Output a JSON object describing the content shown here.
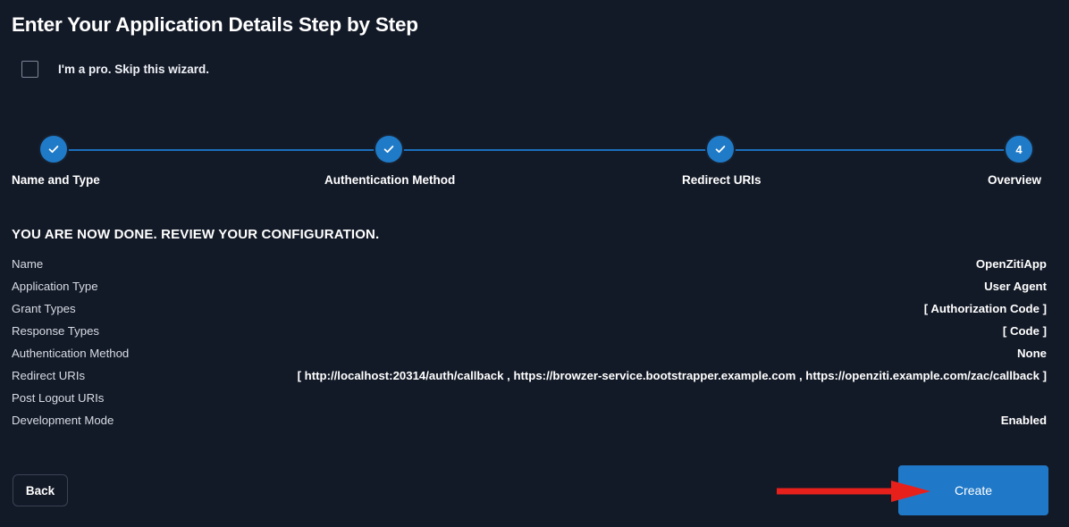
{
  "header": {
    "title": "Enter Your Application Details Step by Step"
  },
  "skip_wizard": {
    "label": "I'm a pro. Skip this wizard.",
    "checked": false
  },
  "stepper": {
    "steps": [
      {
        "index": "1",
        "label": "Name and Type",
        "state": "done",
        "icon": "check-icon"
      },
      {
        "index": "2",
        "label": "Authentication Method",
        "state": "done",
        "icon": "check-icon"
      },
      {
        "index": "3",
        "label": "Redirect URIs",
        "state": "done",
        "icon": "check-icon"
      },
      {
        "index": "4",
        "label": "Overview",
        "state": "active",
        "icon": ""
      }
    ],
    "accent_color": "#1f7ac8",
    "line_color": "#1a6fbd"
  },
  "review": {
    "heading": "YOU ARE NOW DONE. REVIEW YOUR CONFIGURATION.",
    "rows": [
      {
        "key": "Name",
        "value": "OpenZitiApp"
      },
      {
        "key": "Application Type",
        "value": "User Agent"
      },
      {
        "key": "Grant Types",
        "value": "[ Authorization Code ]"
      },
      {
        "key": "Response Types",
        "value": "[ Code ]"
      },
      {
        "key": "Authentication Method",
        "value": "None"
      },
      {
        "key": "Redirect URIs",
        "value": "[ http://localhost:20314/auth/callback , https://browzer-service.bootstrapper.example.com , https://openziti.example.com/zac/callback ]"
      },
      {
        "key": "Post Logout URIs",
        "value": ""
      },
      {
        "key": "Development Mode",
        "value": "Enabled"
      }
    ]
  },
  "footer": {
    "back_label": "Back",
    "create_label": "Create",
    "create_color": "#2079c8"
  },
  "annotation": {
    "arrow_color": "#e8201c",
    "points_to": "create-button"
  }
}
